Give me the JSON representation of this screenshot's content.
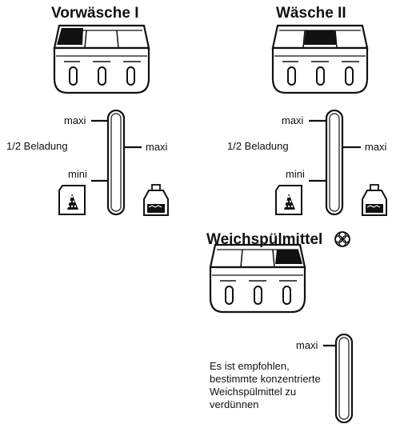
{
  "panels": [
    {
      "title": "Vorwäsche I",
      "gauge": {
        "maxi_top": "maxi",
        "half": "1/2 Beladung",
        "mini": "mini",
        "maxi_side": "maxi"
      },
      "highlighted_compartment": 1
    },
    {
      "title": "Wäsche II",
      "gauge": {
        "maxi_top": "maxi",
        "half": "1/2 Beladung",
        "mini": "mini",
        "maxi_side": "maxi"
      },
      "highlighted_compartment": 2
    }
  ],
  "softener": {
    "title": "Weichspülmittel",
    "symbol_icon": "flower-symbol-icon",
    "highlighted_compartment": 3,
    "gauge_label": "maxi",
    "note": "Es ist empfohlen, bestimmte konzentrierte Weichspülmittel zu verdünnen"
  }
}
